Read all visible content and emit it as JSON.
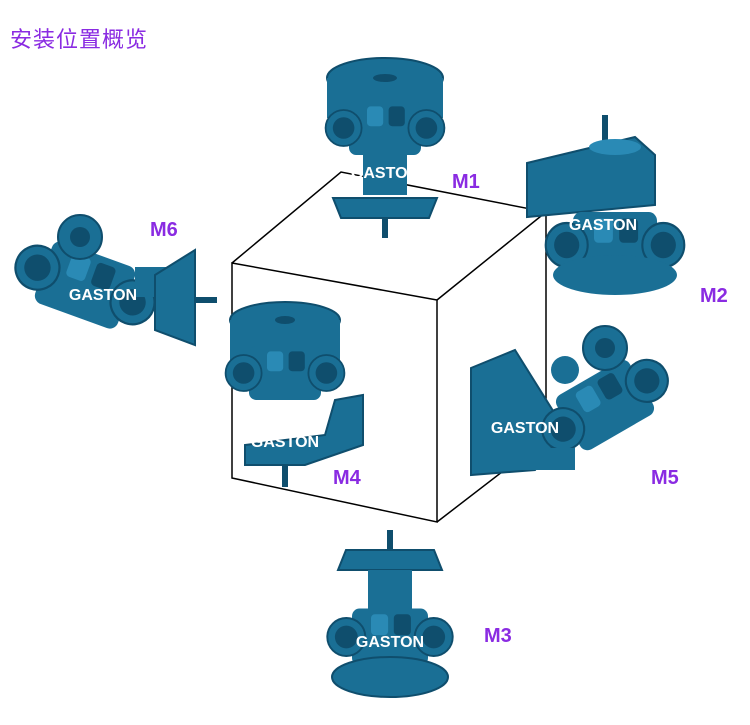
{
  "title": "安装位置概览",
  "colors": {
    "motor_body": "#1a6f95",
    "motor_shade": "#0f4e6d",
    "motor_light": "#2a8ab5",
    "label": "#8a2be2",
    "brand_text": "#ffffff",
    "cube_edge": "#000000"
  },
  "brand": "GASTON",
  "positions": [
    {
      "id": "M1",
      "label": "M1",
      "icon": "vertical-motor-flange-down-icon"
    },
    {
      "id": "M2",
      "label": "M2",
      "icon": "horizontal-motor-shaft-up-icon"
    },
    {
      "id": "M3",
      "label": "M3",
      "icon": "vertical-motor-flange-up-icon"
    },
    {
      "id": "M4",
      "label": "M4",
      "icon": "foot-mounted-motor-icon"
    },
    {
      "id": "M5",
      "label": "M5",
      "icon": "wall-mounted-motor-icon"
    },
    {
      "id": "M6",
      "label": "M6",
      "icon": "side-flange-motor-icon"
    }
  ]
}
